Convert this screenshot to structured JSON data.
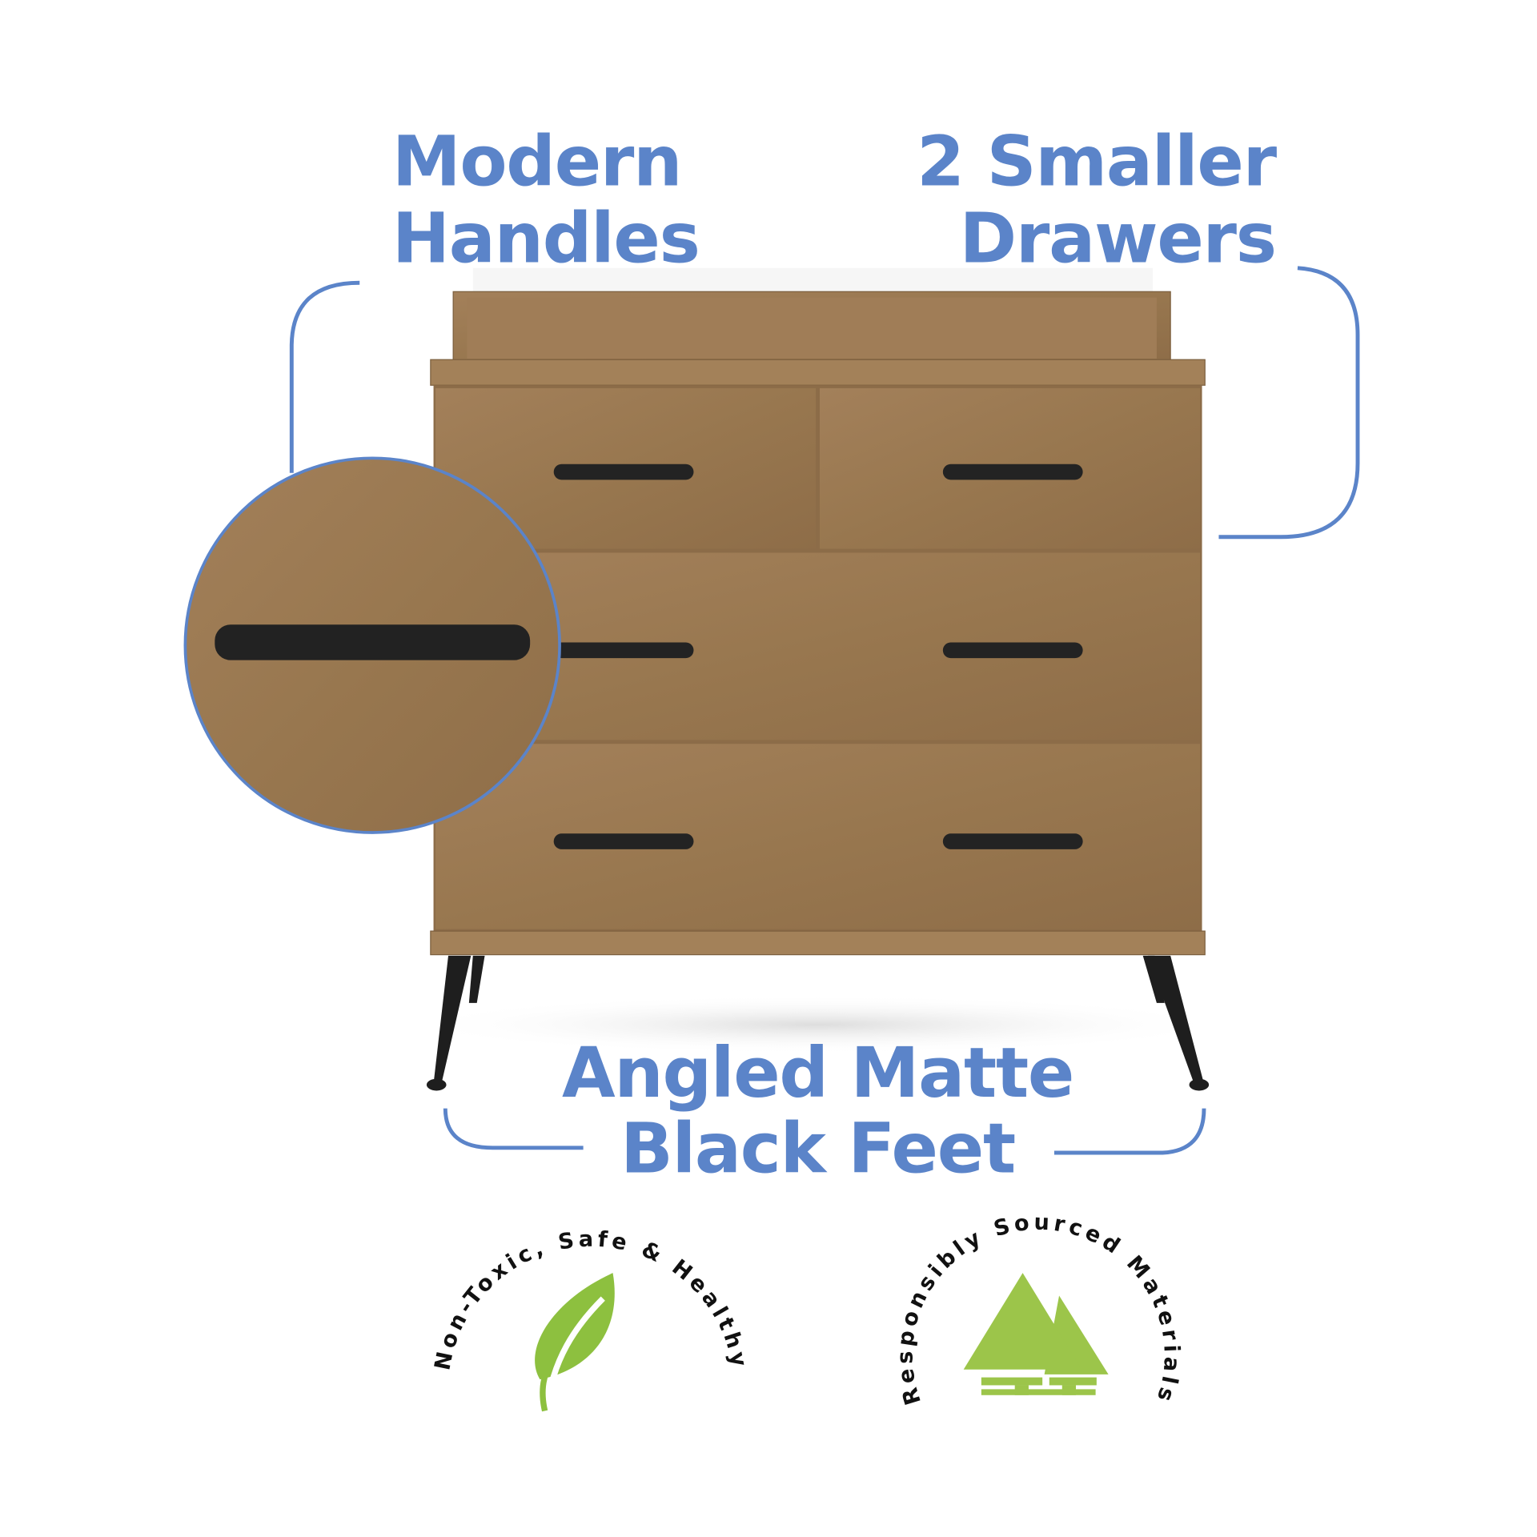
{
  "callouts": {
    "handles": {
      "line1": "Modern",
      "line2": "Handles"
    },
    "drawers": {
      "line1": "2 Smaller",
      "line2": "Drawers"
    },
    "feet": {
      "line1": "Angled Matte",
      "line2": "Black Feet"
    }
  },
  "badges": [
    {
      "text": "Non-Toxic, Safe & Healthy",
      "icon": "leaf-icon",
      "color": "#8dc03f"
    },
    {
      "text": "Responsibly Sourced Materials",
      "icon": "trees-icon",
      "color": "#9cc54a"
    }
  ],
  "colors": {
    "accent": "#5b84c9",
    "wood": "#9c7a52",
    "hardware": "#222222"
  }
}
